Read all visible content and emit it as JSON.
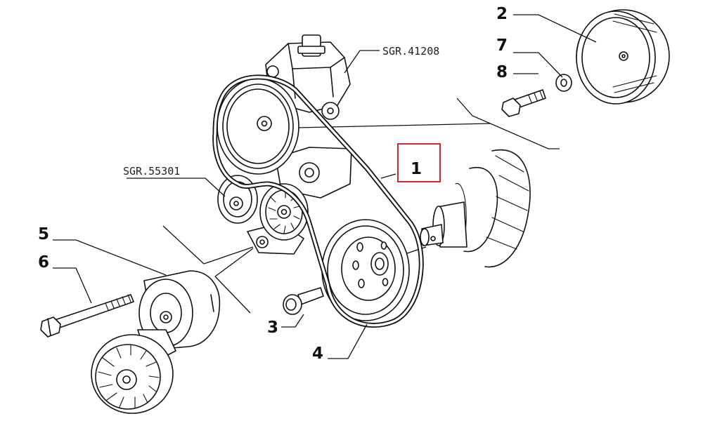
{
  "colors": {
    "highlight": "#d9262c",
    "ink": "#111111",
    "background": "#ffffff"
  },
  "callouts": [
    {
      "id": "1",
      "label": "1",
      "highlighted": true
    },
    {
      "id": "2",
      "label": "2"
    },
    {
      "id": "3",
      "label": "3"
    },
    {
      "id": "4",
      "label": "4"
    },
    {
      "id": "5",
      "label": "5"
    },
    {
      "id": "6",
      "label": "6"
    },
    {
      "id": "7",
      "label": "7"
    },
    {
      "id": "8",
      "label": "8"
    }
  ],
  "references": [
    {
      "id": "pump",
      "label": "SGR.41208"
    },
    {
      "id": "idler",
      "label": "SGR.55301"
    }
  ]
}
